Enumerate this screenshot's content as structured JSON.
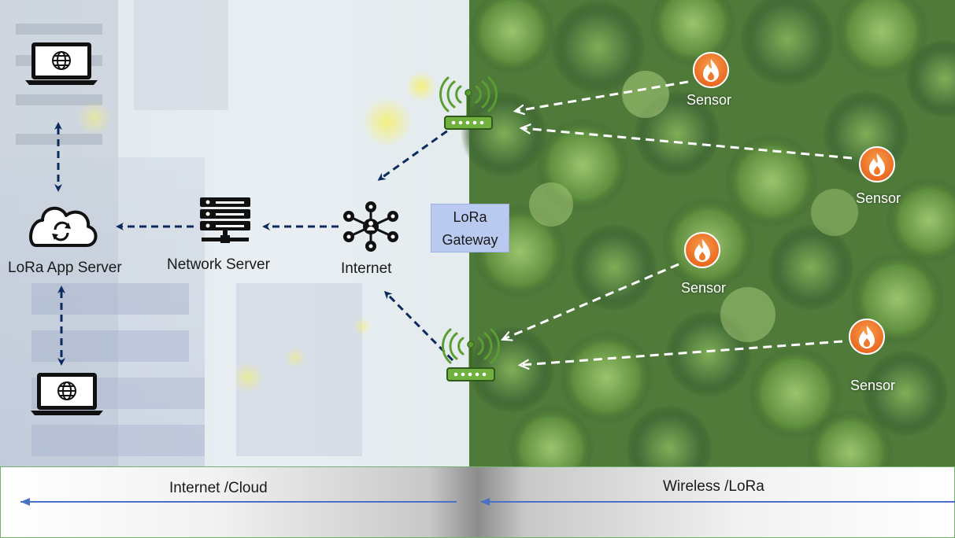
{
  "nodes": {
    "app_server": "LoRa App Server",
    "network_server": "Network Server",
    "internet": "Internet",
    "gateway_line1": "LoRa",
    "gateway_line2": "Gateway"
  },
  "sensors": [
    "Sensor",
    "Sensor",
    "Sensor",
    "Sensor"
  ],
  "bottom_bar": {
    "left_label": "Internet /Cloud",
    "right_label": "Wireless /LoRa"
  },
  "colors": {
    "arrow_dark": "#0d2a5e",
    "arrow_white": "#ffffff",
    "router_green": "#5a9e32",
    "sensor_orange": "#f07a2a",
    "gateway_box": "#b9c9ef",
    "bottom_arrow": "#4a72c4",
    "forest": "#4f7a3a"
  },
  "icons": [
    "laptop-globe-icon",
    "cloud-sync-icon",
    "server-stack-icon",
    "network-hub-icon",
    "router-icon",
    "fire-icon"
  ]
}
